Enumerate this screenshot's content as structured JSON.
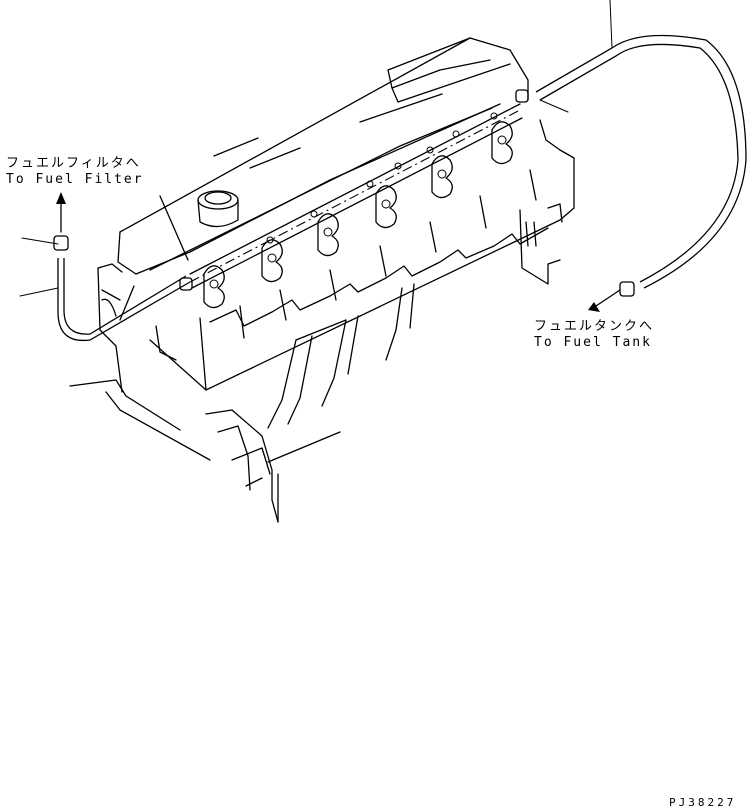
{
  "labels": {
    "to_fuel_filter_jp": "フュエルフィルタへ",
    "to_fuel_filter_en": "To Fuel Filter",
    "to_fuel_tank_jp": "フュエルタンクへ",
    "to_fuel_tank_en": "To Fuel Tank",
    "drawing_code": "PJ38227"
  },
  "colors": {
    "line": "#000000",
    "background": "#ffffff"
  },
  "icons": {
    "direction_arrow": "arrow-icon",
    "hose_clamp": "clamp-icon",
    "injector": "injector-icon"
  }
}
